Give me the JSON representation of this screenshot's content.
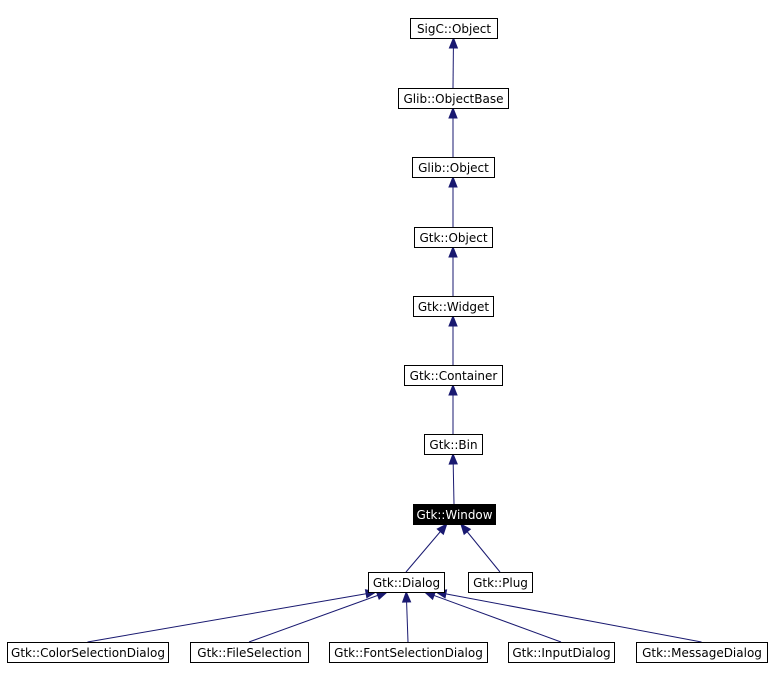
{
  "colors": {
    "edge": "#191970",
    "node_border": "#000000",
    "node_fill": "#ffffff",
    "current_fill": "#000000",
    "current_text": "#ffffff"
  },
  "diagram": {
    "type": "class-inheritance",
    "current": "window",
    "nodes": [
      {
        "id": "sigc-object",
        "label": "SigC::Object"
      },
      {
        "id": "glib-objectbase",
        "label": "Glib::ObjectBase"
      },
      {
        "id": "glib-object",
        "label": "Glib::Object"
      },
      {
        "id": "gtk-object",
        "label": "Gtk::Object"
      },
      {
        "id": "widget",
        "label": "Gtk::Widget"
      },
      {
        "id": "container",
        "label": "Gtk::Container"
      },
      {
        "id": "bin",
        "label": "Gtk::Bin"
      },
      {
        "id": "window",
        "label": "Gtk::Window"
      },
      {
        "id": "dialog",
        "label": "Gtk::Dialog"
      },
      {
        "id": "plug",
        "label": "Gtk::Plug"
      },
      {
        "id": "colorselectiondialog",
        "label": "Gtk::ColorSelectionDialog"
      },
      {
        "id": "fileselection",
        "label": "Gtk::FileSelection"
      },
      {
        "id": "fontselectiondialog",
        "label": "Gtk::FontSelectionDialog"
      },
      {
        "id": "inputdialog",
        "label": "Gtk::InputDialog"
      },
      {
        "id": "messagedialog",
        "label": "Gtk::MessageDialog"
      }
    ],
    "edges": [
      {
        "from": "glib-objectbase",
        "to": "sigc-object"
      },
      {
        "from": "glib-object",
        "to": "glib-objectbase"
      },
      {
        "from": "gtk-object",
        "to": "glib-object"
      },
      {
        "from": "widget",
        "to": "gtk-object"
      },
      {
        "from": "container",
        "to": "widget"
      },
      {
        "from": "bin",
        "to": "container"
      },
      {
        "from": "window",
        "to": "bin"
      },
      {
        "from": "dialog",
        "to": "window"
      },
      {
        "from": "plug",
        "to": "window"
      },
      {
        "from": "colorselectiondialog",
        "to": "dialog"
      },
      {
        "from": "fileselection",
        "to": "dialog"
      },
      {
        "from": "fontselectiondialog",
        "to": "dialog"
      },
      {
        "from": "inputdialog",
        "to": "dialog"
      },
      {
        "from": "messagedialog",
        "to": "dialog"
      }
    ]
  }
}
